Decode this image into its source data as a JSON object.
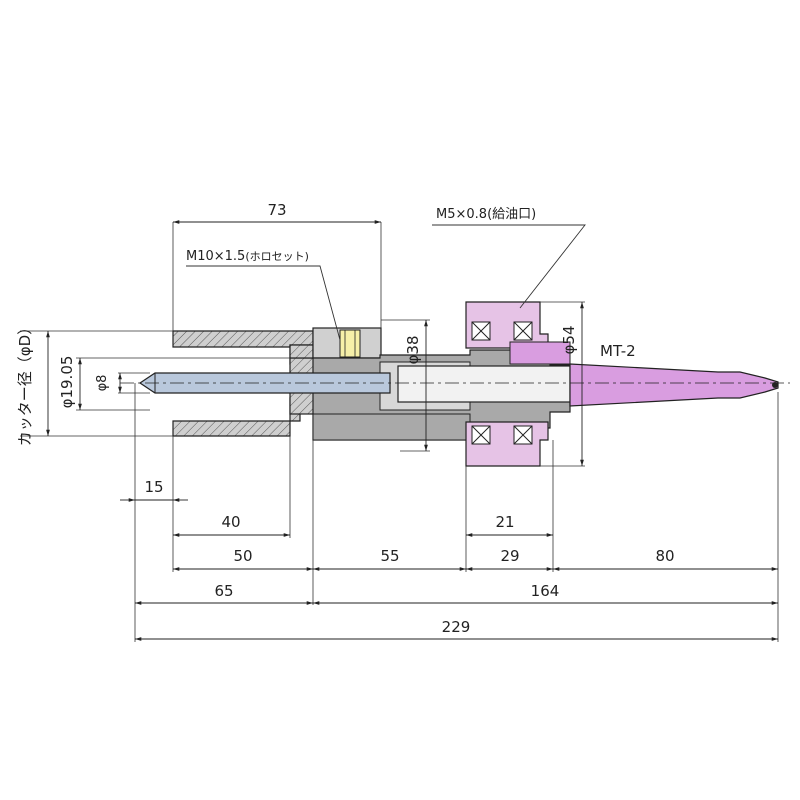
{
  "drawing": {
    "dimensions": {
      "d73": "73",
      "d15": "15",
      "d40": "40",
      "d50": "50",
      "d55": "55",
      "d21": "21",
      "d29": "29",
      "d80": "80",
      "d65": "65",
      "d164": "164",
      "d229": "229"
    },
    "diameters": {
      "phi38": "φ38",
      "phi54": "φ54",
      "phi8": "φ8",
      "phi1905": "φ19.05"
    },
    "callouts": {
      "m10": "M10×1.5",
      "m10_note": "(ホロセット)",
      "m5": "M5×0.8",
      "m5_note": "(給油口)",
      "taper": "MT-2",
      "cutter_dia": "カッター径（φD）"
    },
    "colors": {
      "hatch_fill": "#c9c9c9",
      "body_gray": "#a9a9a9",
      "shaft_blue": "#b9c8dc",
      "taper_pink": "#d99de0",
      "bearing_pink": "#e6c3e6",
      "setscrew_yellow": "#f6f0a8",
      "line": "#222222"
    }
  }
}
